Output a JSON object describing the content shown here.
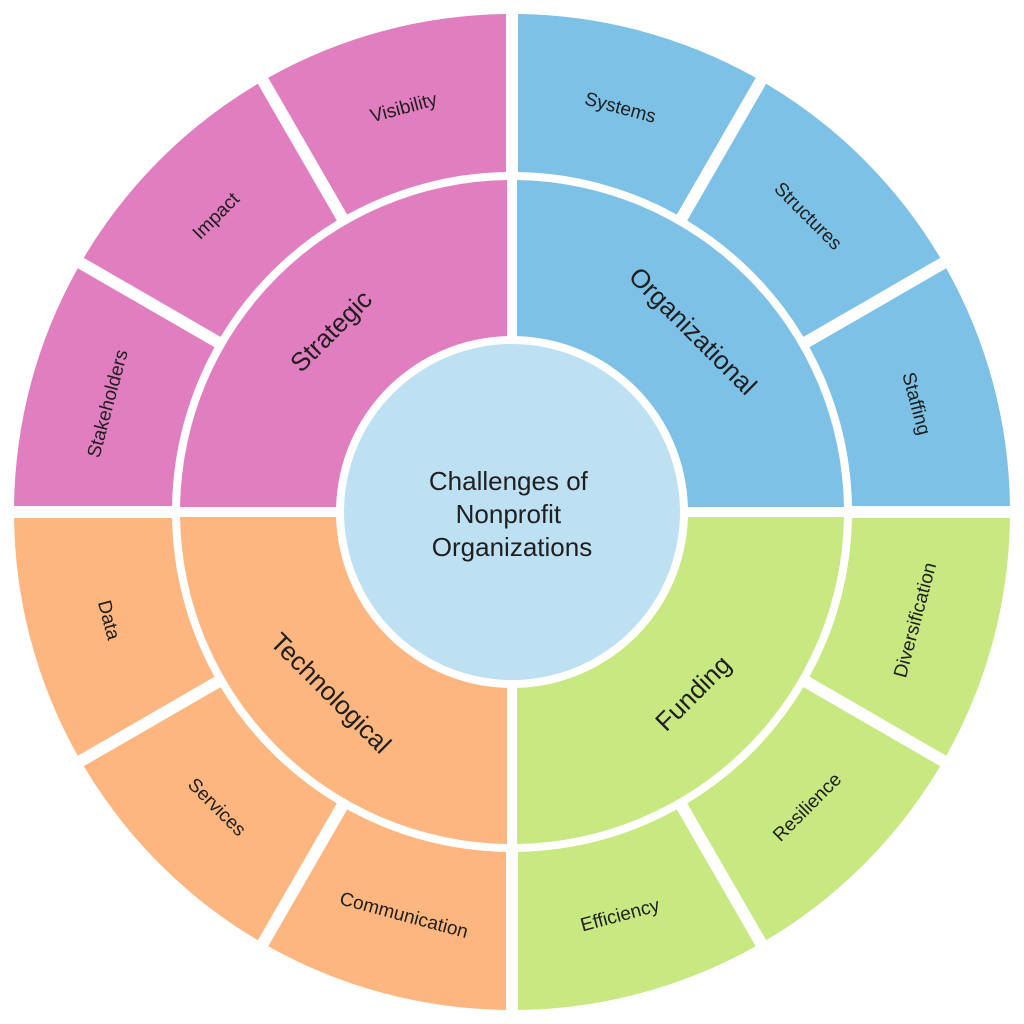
{
  "center": {
    "lines": [
      "Challenges of",
      "Nonprofit",
      "Organizations"
    ],
    "color": "#BEE0F3"
  },
  "categories": [
    {
      "name": "Strategic",
      "color": "#E07EC0",
      "subitems": [
        "Stakeholders",
        "Impact",
        "Visibility"
      ]
    },
    {
      "name": "Organizational",
      "color": "#7EC1E6",
      "subitems": [
        "Systems",
        "Structures",
        "Staffing"
      ]
    },
    {
      "name": "Funding",
      "color": "#C8E882",
      "subitems": [
        "Diversification",
        "Resilience",
        "Efficiency"
      ]
    },
    {
      "name": "Technological",
      "color": "#FDB67F",
      "subitems": [
        "Communication",
        "Services",
        "Data"
      ]
    }
  ]
}
